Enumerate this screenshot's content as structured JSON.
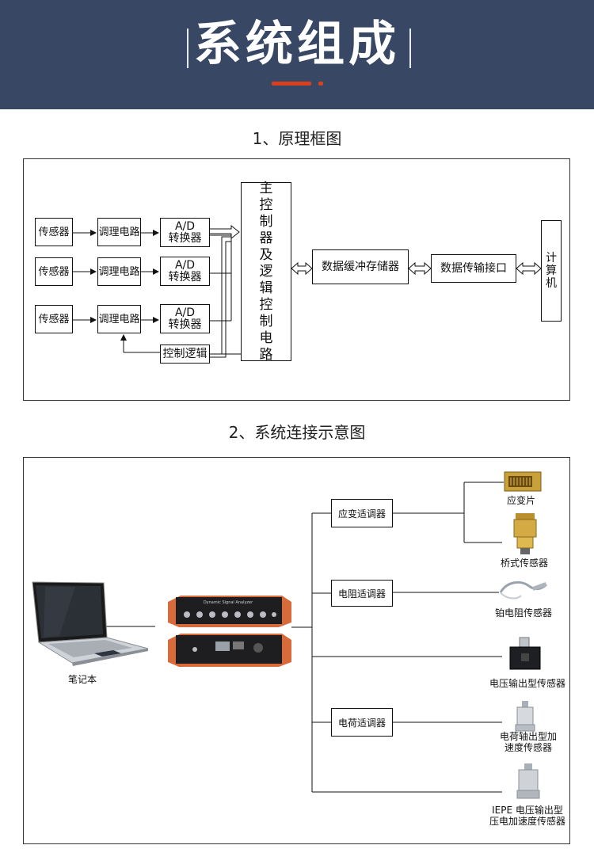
{
  "header": {
    "title": "系统组成"
  },
  "section1": {
    "title": "1、原理框图",
    "sensor_label": "传感器",
    "conditioner_label": "调理电路",
    "ad_line1": "A/D",
    "ad_line2": "转换器",
    "control_logic": "控制逻辑",
    "main_controller": "主控制器及逻辑控制电路",
    "buffer_memory": "数据缓冲存储器",
    "transfer_interface": "数据传输接口",
    "computer": "计算机"
  },
  "section2": {
    "title": "2、系统连接示意图",
    "laptop_label": "笔记本",
    "device_label": "Dynamic Signal Analyzer",
    "conditioners": [
      "应变适调器",
      "电阻适调器",
      "电荷适调器"
    ],
    "sensors": {
      "strain_gauge": "应变片",
      "bridge_sensor": "桥式传感器",
      "platinum_rtd": "铂电阻传感器",
      "voltage_output": "电压输出型传感器",
      "charge_accel_line1": "电荷轴出型加",
      "charge_accel_line2": "速度传感器",
      "iepe_line1": "IEPE 电压输出型",
      "iepe_line2": "压电加速度传感器"
    }
  },
  "colors": {
    "header_bg": "#374764",
    "accent": "#d9401f",
    "device_orange": "#d86b3c"
  }
}
